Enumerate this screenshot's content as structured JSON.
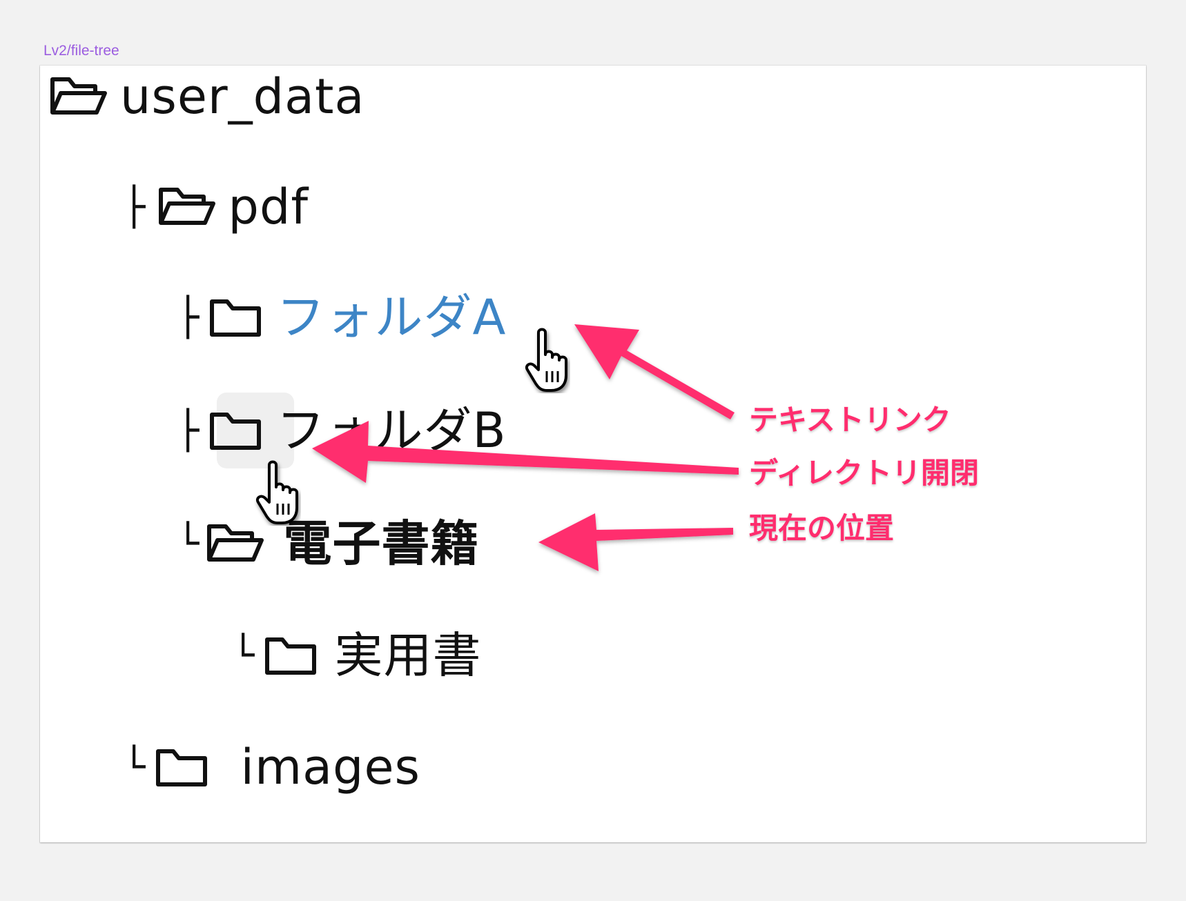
{
  "frame_label": "Lv2/file-tree",
  "tree": {
    "root": {
      "label": "user_data",
      "icon": "folder-open-icon"
    },
    "pdf": {
      "connector": "├",
      "label": "pdf",
      "icon": "folder-open-icon"
    },
    "folder_a": {
      "connector": "├",
      "label": "フォルダA",
      "icon": "folder-icon",
      "style": "text-link"
    },
    "folder_b": {
      "connector": "├",
      "label": "フォルダB",
      "icon": "folder-icon",
      "style": "hover-icon"
    },
    "ebooks": {
      "connector": "└",
      "label": "電子書籍",
      "icon": "folder-open-icon",
      "style": "current"
    },
    "practical": {
      "connector": "└",
      "label": "実用書",
      "icon": "folder-icon"
    },
    "images": {
      "connector": "└",
      "label": "images",
      "icon": "folder-icon"
    }
  },
  "annotations": {
    "text_link": "テキストリンク",
    "dir_toggle": "ディレクトリ開閉",
    "current_position": "現在の位置"
  },
  "colors": {
    "link": "#3d85c6",
    "annotation": "#ff2d6e",
    "frame_label": "#9b5de0"
  }
}
